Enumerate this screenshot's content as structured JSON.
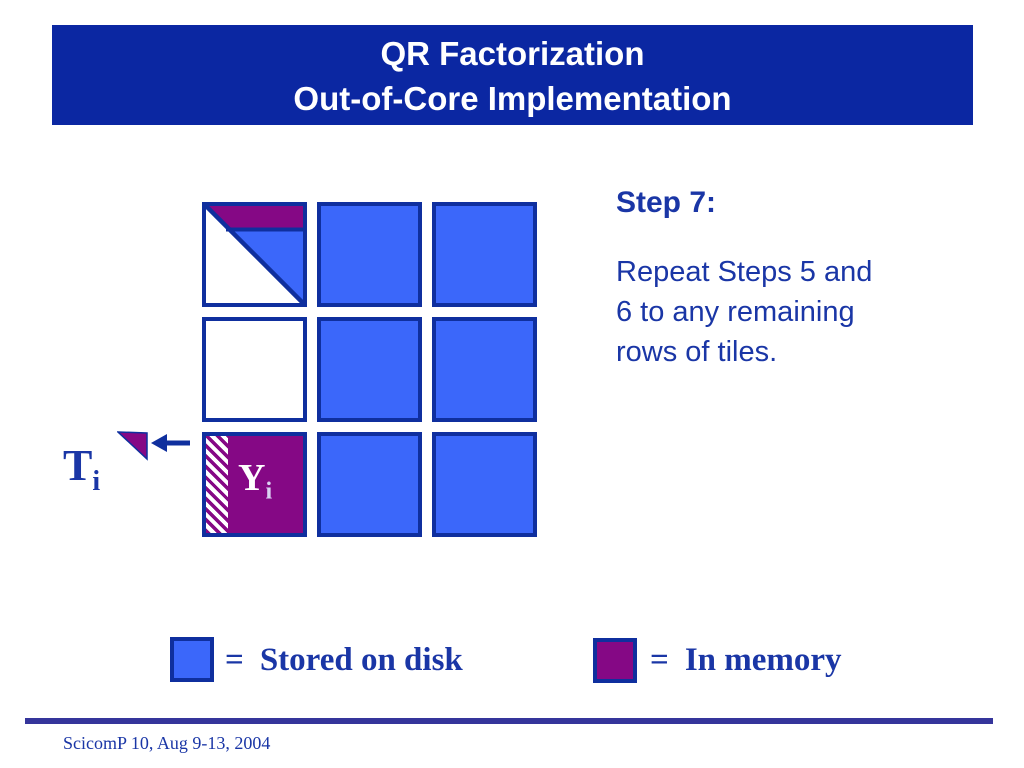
{
  "title": {
    "line1": "QR Factorization",
    "line2": "Out-of-Core Implementation"
  },
  "step": {
    "heading": "Step 7:",
    "lines": [
      "Repeat Steps 5 and",
      "6 to any remaining",
      "rows of tiles."
    ]
  },
  "labels": {
    "t_main": "T",
    "t_sub": "i",
    "y_main": "Y",
    "y_sub": "i"
  },
  "legend": {
    "disk": {
      "equals": "=",
      "label": "Stored on disk"
    },
    "memory": {
      "equals": "=",
      "label": "In memory"
    }
  },
  "footer": {
    "text": "ScicomP 10, Aug 9-13, 2004"
  },
  "colors": {
    "bar-blue": "#0b27a2",
    "tile-blue": "#3b67fa",
    "navy": "#0f2f9e",
    "purple": "#850885",
    "text-navy": "#1a36a6",
    "rule-indigo": "#35359b"
  }
}
